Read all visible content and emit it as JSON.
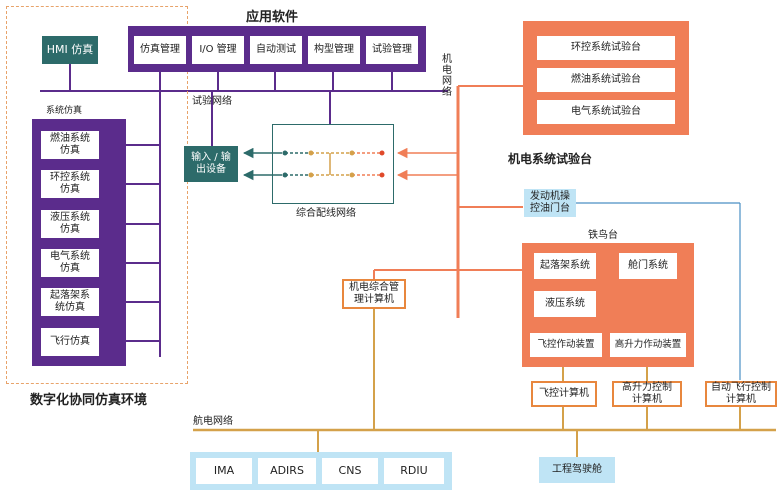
{
  "title_software": "应用软件",
  "software_items": [
    "仿真管理",
    "I/O 管理",
    "自动测试",
    "构型管理",
    "试验管理"
  ],
  "hmi": "HMI 仿真",
  "sim_group_label": "系统仿真",
  "sim_items": [
    "燃油系统\n仿真",
    "环控系统\n仿真",
    "液压系统\n仿真",
    "电气系统\n仿真",
    "起落架系\n统仿真",
    "飞行仿真"
  ],
  "env_label": "数字化协同仿真环境",
  "test_network": "试验网络",
  "io_device": "输入 / 输\n出设备",
  "wiring_network": "综合配线网络",
  "electromech_network": "机\n电\n网\n络",
  "mech_rig_items": [
    "环控系统试验台",
    "燃油系统试验台",
    "电气系统试验台"
  ],
  "mech_rig_label": "机电系统试验台",
  "engine_control": "发动机操\n控油门台",
  "iron_bird_label": "铁鸟台",
  "iron_bird_items": [
    "起落架系统",
    "舱门系统",
    "液压系统",
    "飞控作动装置",
    "高升力作动装置"
  ],
  "mech_computer": "机电综合管\n理计算机",
  "computers": [
    "飞控计算机",
    "高升力控制\n计算机",
    "自动飞行控制\n计算机"
  ],
  "avionics_network": "航电网络",
  "avionics_items": [
    "IMA",
    "ADIRS",
    "CNS",
    "RDIU"
  ],
  "cockpit": "工程驾驶舱",
  "colors": {
    "purple": "#5b2c8c",
    "orange": "#f07e57",
    "teal": "#2d6b6a",
    "gold": "#d4a14a",
    "lightblue": "#bfe4f5",
    "blue_line": "#4a8fc4"
  }
}
